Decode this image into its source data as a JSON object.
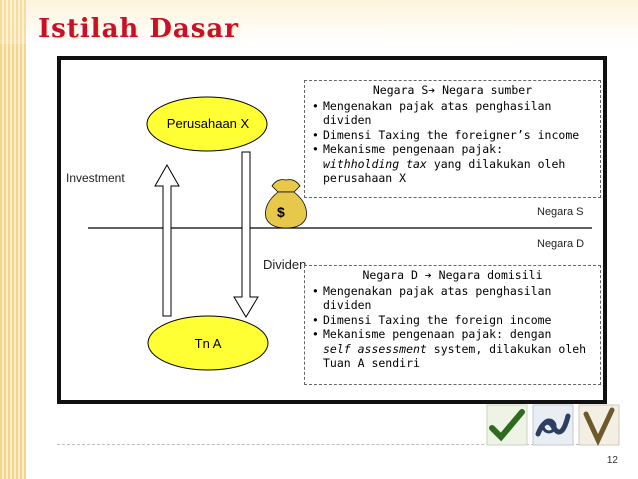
{
  "slide": {
    "title": "Istilah Dasar",
    "page_number": "12"
  },
  "diagram": {
    "company_label": "Perusahaan X",
    "investor_label": "Tn A",
    "investment_label": "Investment",
    "dividend_label": "Dividen",
    "money_symbol": "$",
    "country_s_label": "Negara S",
    "country_d_label": "Negara D",
    "box_source": {
      "heading": "Negara S➔ Negara sumber",
      "items": [
        "Mengenakan pajak atas penghasilan dividen",
        "Dimensi Taxing the foreigner’s income",
        "Mekanisme pengenaan pajak:"
      ],
      "item3_italic": "withholding tax",
      "item3_rest": " yang dilakukan oleh perusahaan X"
    },
    "box_domicile": {
      "heading": "Negara D ➔ Negara domisili",
      "items": [
        "Mengenakan pajak atas penghasilan dividen",
        "Dimensi Taxing the foreign income",
        "Mekanisme pengenaan pajak: dengan"
      ],
      "item3_italic": "self assessment",
      "item3_rest": " system, dilakukan oleh Tuan A sendiri"
    }
  },
  "colors": {
    "title": "#c8102e",
    "ellipse_fill": "#ffff33",
    "money_bag": "#e8c84a"
  },
  "icons": [
    "check-mark-icon",
    "loop-swirl-icon",
    "v-mark-icon"
  ]
}
